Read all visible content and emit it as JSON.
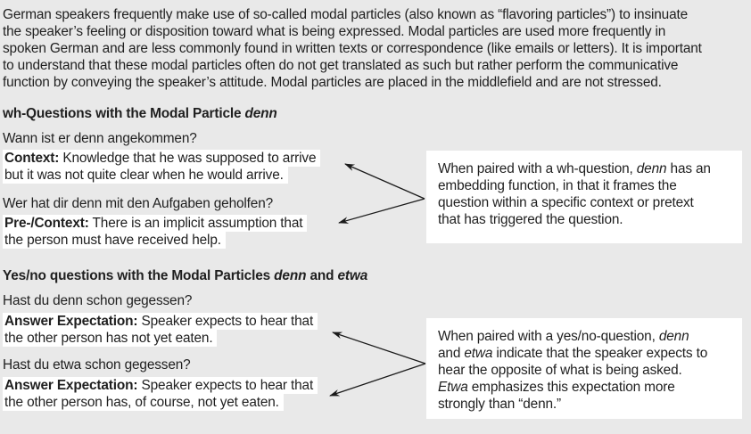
{
  "colors": {
    "background": "#e9e9e9",
    "highlight_box": "#ffffff",
    "text": "#1f1f1f",
    "arrow": "#1a1a1a"
  },
  "intro": {
    "lines": [
      "German speakers frequently make use of so-called modal particles (also known as “flavoring particles”) to insinuate",
      "the speaker’s feeling or disposition toward what is being expressed. Modal particles are used more frequently in",
      "spoken German and are less commonly found in written texts or correspondence (like emails or letters). It is important",
      "to understand that these modal particles often do not get translated as such but rather perform the communicative",
      "function by conveying the speaker’s attitude. Modal particles are placed in the middlefield and are not stressed."
    ]
  },
  "section_wh": {
    "heading": [
      {
        "t": "wh-Questions with the Modal Particle "
      },
      {
        "t": "denn",
        "i": true
      }
    ],
    "example1": {
      "question": "Wann ist er denn angekommen?",
      "note_line1": [
        {
          "t": "Context:",
          "b": true
        },
        {
          "t": " Knowledge that he was supposed to arrive"
        }
      ],
      "note_line2": "but it was not quite clear when he would arrive."
    },
    "example2": {
      "question": "Wer hat dir denn mit den Aufgaben geholfen?",
      "note_line1": [
        {
          "t": "Pre-/Context:",
          "b": true
        },
        {
          "t": " There is an implicit assumption that"
        }
      ],
      "note_line2": "the person must have received help."
    },
    "callout": {
      "line1": [
        {
          "t": "When paired with a wh-question, "
        },
        {
          "t": "denn",
          "i": true
        },
        {
          "t": " has an"
        }
      ],
      "line2": "embedding function, in that it frames the",
      "line3": "question within a specific context or pretext",
      "line4": "that has triggered the question."
    }
  },
  "section_yesno": {
    "heading": [
      {
        "t": "Yes/no questions with the Modal Particles "
      },
      {
        "t": "denn",
        "i": true
      },
      {
        "t": " and "
      },
      {
        "t": "etwa",
        "i": true
      }
    ],
    "example1": {
      "question": "Hast du denn schon gegessen?",
      "note_line1": [
        {
          "t": "Answer Expectation:",
          "b": true
        },
        {
          "t": " Speaker expects to hear that"
        }
      ],
      "note_line2": "the other person has not yet eaten."
    },
    "example2": {
      "question": "Hast du etwa schon gegessen?",
      "note_line1": [
        {
          "t": "Answer Expectation:",
          "b": true
        },
        {
          "t": " Speaker expects to hear that"
        }
      ],
      "note_line2": "the other person has, of course, not yet eaten."
    },
    "callout": {
      "line1": [
        {
          "t": "When paired with a yes/no-question, "
        },
        {
          "t": "denn",
          "i": true
        }
      ],
      "line2": [
        {
          "t": "and "
        },
        {
          "t": "etwa",
          "i": true
        },
        {
          "t": " indicate that the speaker expects to"
        }
      ],
      "line3": "hear the opposite of what is being asked.",
      "line4": [
        {
          "t": "Etwa",
          "i": true
        },
        {
          "t": " emphasizes this expectation more"
        }
      ],
      "line5": "strongly than “denn.”"
    }
  }
}
